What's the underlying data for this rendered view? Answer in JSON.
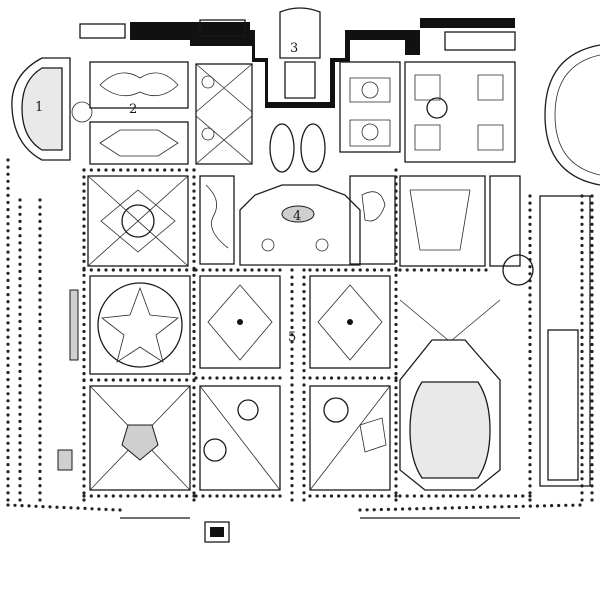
{
  "plan": {
    "labels": [
      {
        "id": "1",
        "text": "1"
      },
      {
        "id": "2",
        "text": "2"
      },
      {
        "id": "3",
        "text": "3"
      },
      {
        "id": "4",
        "text": "4"
      },
      {
        "id": "5",
        "text": "5"
      }
    ]
  },
  "colors": {
    "ink": "#1a1a1a",
    "paper": "#ffffff",
    "water": "#e9e9e9"
  }
}
